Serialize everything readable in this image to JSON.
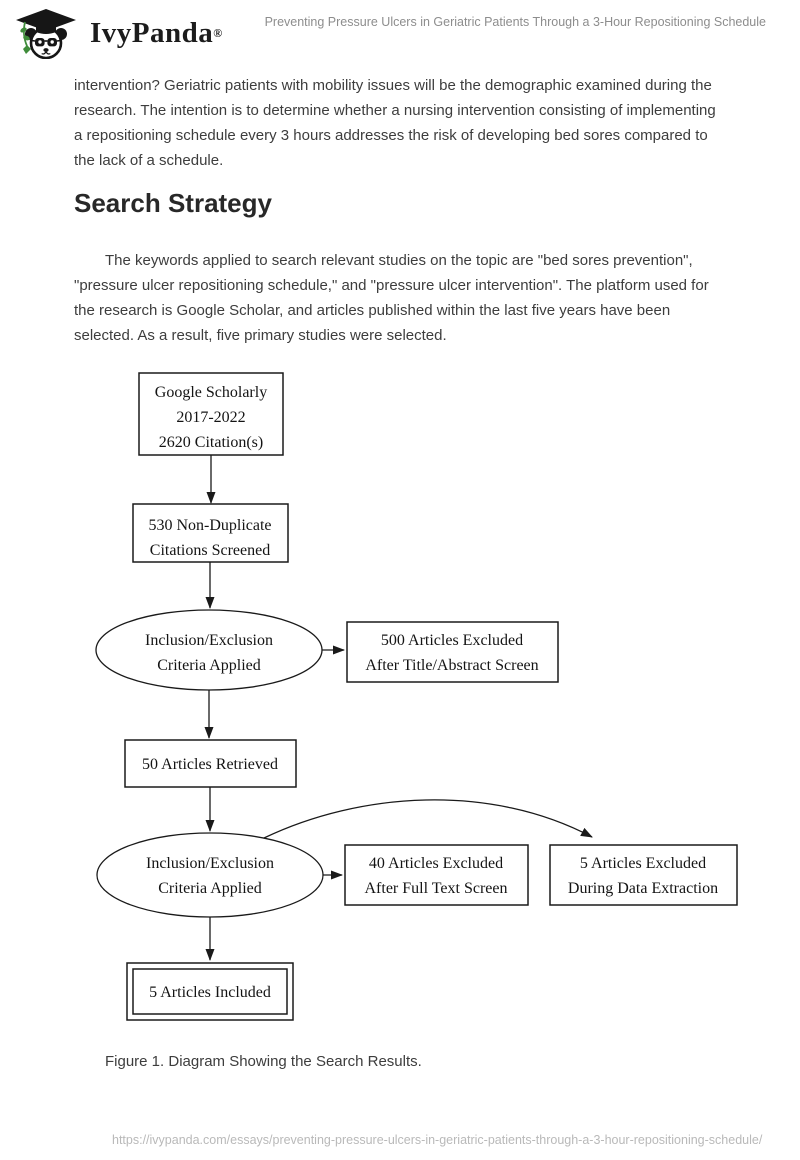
{
  "header": {
    "brand": "IvyPanda",
    "registered": "®",
    "doc_title": "Preventing Pressure Ulcers in Geriatric Patients Through a 3-Hour Repositioning Schedule"
  },
  "content": {
    "paragraph1": "intervention? Geriatric patients with mobility issues will be the demographic examined during the research. The intention is to determine whether a nursing intervention consisting of implementing a repositioning schedule every 3 hours addresses the risk of developing bed sores compared to the lack of a schedule.",
    "section_heading": "Search Strategy",
    "paragraph2": "The keywords applied to search relevant studies on the topic are \"bed sores prevention\", \"pressure ulcer repositioning schedule,\" and \"pressure ulcer intervention\". The platform used for the research is Google Scholar, and articles published within the last five years have been selected. As a result, five primary studies were selected.",
    "figure_caption": "Figure 1. Diagram Showing the Search Results."
  },
  "diagram": {
    "nodes": {
      "source": {
        "shape": "rectangle",
        "lines": [
          "Google Scholarly",
          "2017-2022",
          "2620 Citation(s)"
        ]
      },
      "screened": {
        "shape": "rectangle",
        "lines": [
          "530 Non-Duplicate",
          "Citations Screened"
        ]
      },
      "criteria1": {
        "shape": "ellipse",
        "lines": [
          "Inclusion/Exclusion",
          "Criteria Applied"
        ]
      },
      "excluded_title_abstract": {
        "shape": "rectangle",
        "lines": [
          "500 Articles Excluded",
          "After Title/Abstract Screen"
        ]
      },
      "retrieved": {
        "shape": "rectangle",
        "lines": [
          "50 Articles Retrieved"
        ]
      },
      "criteria2": {
        "shape": "ellipse",
        "lines": [
          "Inclusion/Exclusion",
          "Criteria Applied"
        ]
      },
      "excluded_full_text": {
        "shape": "rectangle",
        "lines": [
          "40 Articles Excluded",
          "After Full Text Screen"
        ]
      },
      "excluded_data_extraction": {
        "shape": "rectangle",
        "lines": [
          "5 Articles Excluded",
          "During Data Extraction"
        ]
      },
      "included": {
        "shape": "double-rectangle",
        "lines": [
          "5 Articles Included"
        ]
      }
    },
    "edges": [
      {
        "from": "source",
        "to": "screened"
      },
      {
        "from": "screened",
        "to": "criteria1"
      },
      {
        "from": "criteria1",
        "to": "excluded_title_abstract"
      },
      {
        "from": "criteria1",
        "to": "retrieved"
      },
      {
        "from": "retrieved",
        "to": "criteria2"
      },
      {
        "from": "criteria2",
        "to": "excluded_full_text"
      },
      {
        "from": "criteria2",
        "to": "excluded_data_extraction"
      },
      {
        "from": "criteria2",
        "to": "included"
      }
    ]
  },
  "footer": {
    "url": "https://ivypanda.com/essays/preventing-pressure-ulcers-in-geriatric-patients-through-a-3-hour-repositioning-schedule/"
  },
  "colors": {
    "logo_green": "#3f8c3a",
    "diagram_stroke": "#1a1a1a",
    "header_title_gray": "#8d8d8d",
    "footer_gray": "#b9b9b9"
  }
}
